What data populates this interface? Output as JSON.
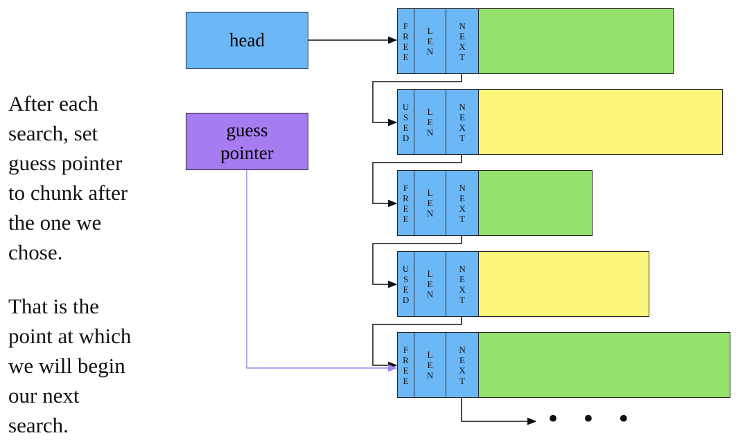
{
  "caption": {
    "paragraph1": "After each\nsearch, set\nguess pointer\nto chunk after\nthe one we\nchose.",
    "paragraph2": "That is the\npoint at which\nwe will begin\nour next\nsearch."
  },
  "pointers": {
    "head": {
      "label": "head",
      "color": "#6cb8f6"
    },
    "guess": {
      "label": "guess\npointer",
      "color": "#a67cf0",
      "target_chunk": 5
    }
  },
  "chunks": [
    {
      "status": "FREE",
      "len": "LEN",
      "next": "NEXT",
      "state": "free"
    },
    {
      "status": "USED",
      "len": "LEN",
      "next": "NEXT",
      "state": "used"
    },
    {
      "status": "FREE",
      "len": "LEN",
      "next": "NEXT",
      "state": "free"
    },
    {
      "status": "USED",
      "len": "LEN",
      "next": "NEXT",
      "state": "used"
    },
    {
      "status": "FREE",
      "len": "LEN",
      "next": "NEXT",
      "state": "free"
    }
  ],
  "continuation": "• • •",
  "colors": {
    "header_cell": "#6cb8f6",
    "free_data": "#93e16a",
    "used_data": "#fbf57c",
    "guess_arrow": "#9d86e8",
    "link_arrow": "#111111"
  }
}
